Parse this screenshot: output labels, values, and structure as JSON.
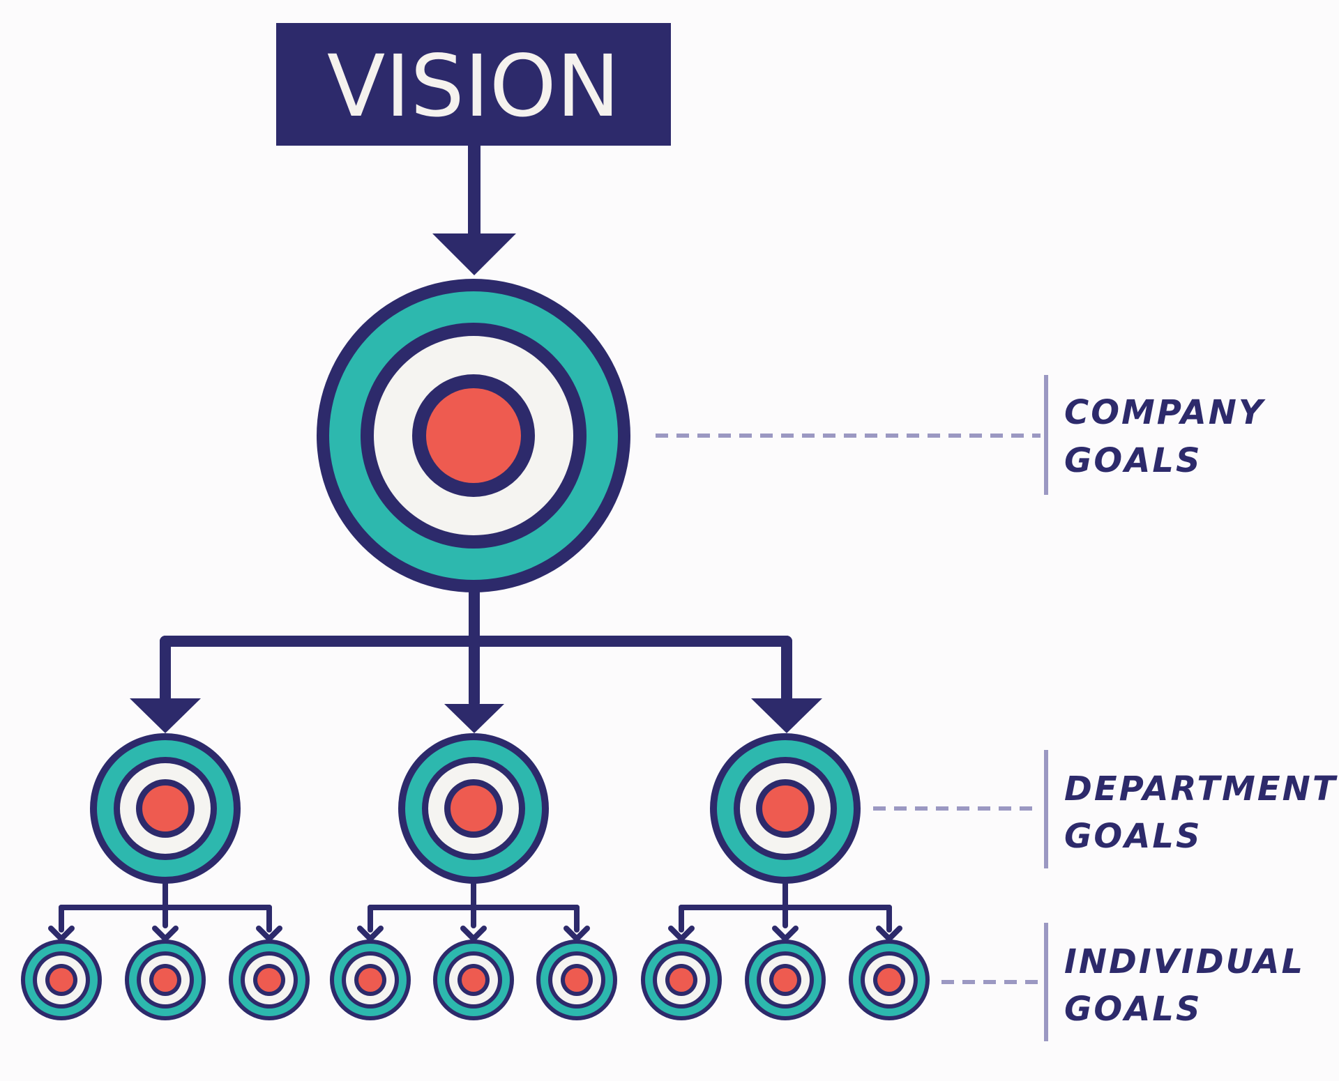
{
  "title": "VISION",
  "levels": {
    "company": [
      "COMPANY",
      "GOALS"
    ],
    "department": [
      "DEPARTMENT",
      "GOALS"
    ],
    "individual": [
      "INDIVIDUAL",
      "GOALS"
    ]
  },
  "colors": {
    "background": "#fcfbfc",
    "navy": "#2d2a6b",
    "teal": "#2db8ae",
    "white": "#f5f4f1",
    "red": "#ee5b50",
    "guide": "#9b98c2"
  }
}
